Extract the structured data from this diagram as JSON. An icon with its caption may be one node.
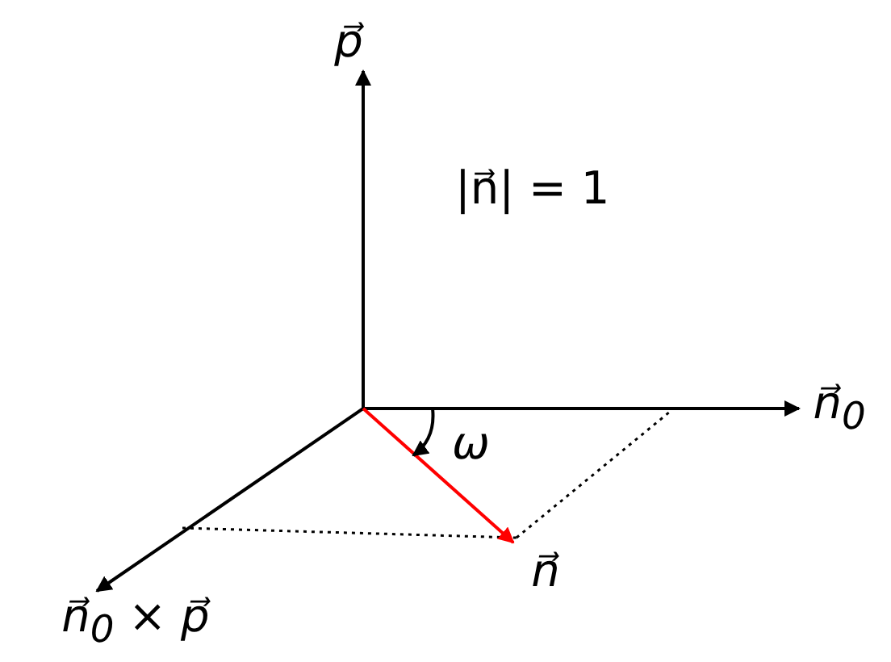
{
  "diagram": {
    "nodes": [
      {
        "text": [
          "p⃗"
        ]
      },
      {
        "text": [
          "n⃗$_{0}$"
        ]
      },
      {
        "text": [
          "n⃗$_{0}$ × p⃗"
        ]
      },
      {
        "text": [
          "n⃗"
        ]
      }
    ],
    "edges": [
      {
        "from": null,
        "to": 0,
        "arrow": "to"
      },
      {
        "from": null,
        "to": 1,
        "arrow": "to"
      },
      {
        "from": null,
        "to": 2,
        "arrow": "to"
      },
      {
        "from": null,
        "to": 3,
        "arrow": "to",
        "color": "#ff0000"
      }
    ],
    "labels": [
      "|n⃗| = 1",
      "ω"
    ]
  }
}
